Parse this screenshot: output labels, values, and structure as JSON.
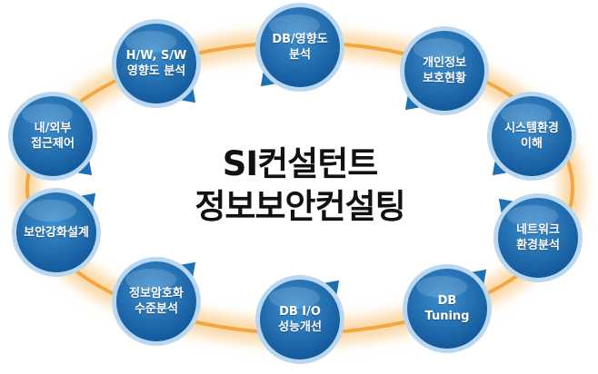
{
  "title_lines": [
    "SI컨설턴트",
    "정보보안컨설팅"
  ],
  "colors": {
    "ring": "#f4a640",
    "ring_glow": "#fbd9a8",
    "bubble_fill": "#1d6fb4",
    "bubble_border": "#b9d7f0",
    "text": "#111111"
  },
  "nodes": [
    {
      "id": "db-impact",
      "lines": [
        "DB/영향도",
        "분석"
      ]
    },
    {
      "id": "privacy-status",
      "lines": [
        "개인정보",
        "보호현황"
      ]
    },
    {
      "id": "system-env",
      "lines": [
        "시스템환경",
        "이해"
      ]
    },
    {
      "id": "network-env",
      "lines": [
        "네트워크",
        "환경분석"
      ]
    },
    {
      "id": "db-tuning",
      "lines": [
        "DB",
        "Tuning"
      ]
    },
    {
      "id": "db-io",
      "lines": [
        "DB I/O",
        "성능개선"
      ]
    },
    {
      "id": "encryption-level",
      "lines": [
        "정보암호화",
        "수준분석"
      ]
    },
    {
      "id": "security-design",
      "lines": [
        "보안강화설계"
      ]
    },
    {
      "id": "access-control",
      "lines": [
        "내/외부",
        "접근제어"
      ]
    },
    {
      "id": "hw-sw-impact",
      "lines": [
        "H/W, S/W",
        "영향도 분석"
      ]
    }
  ]
}
